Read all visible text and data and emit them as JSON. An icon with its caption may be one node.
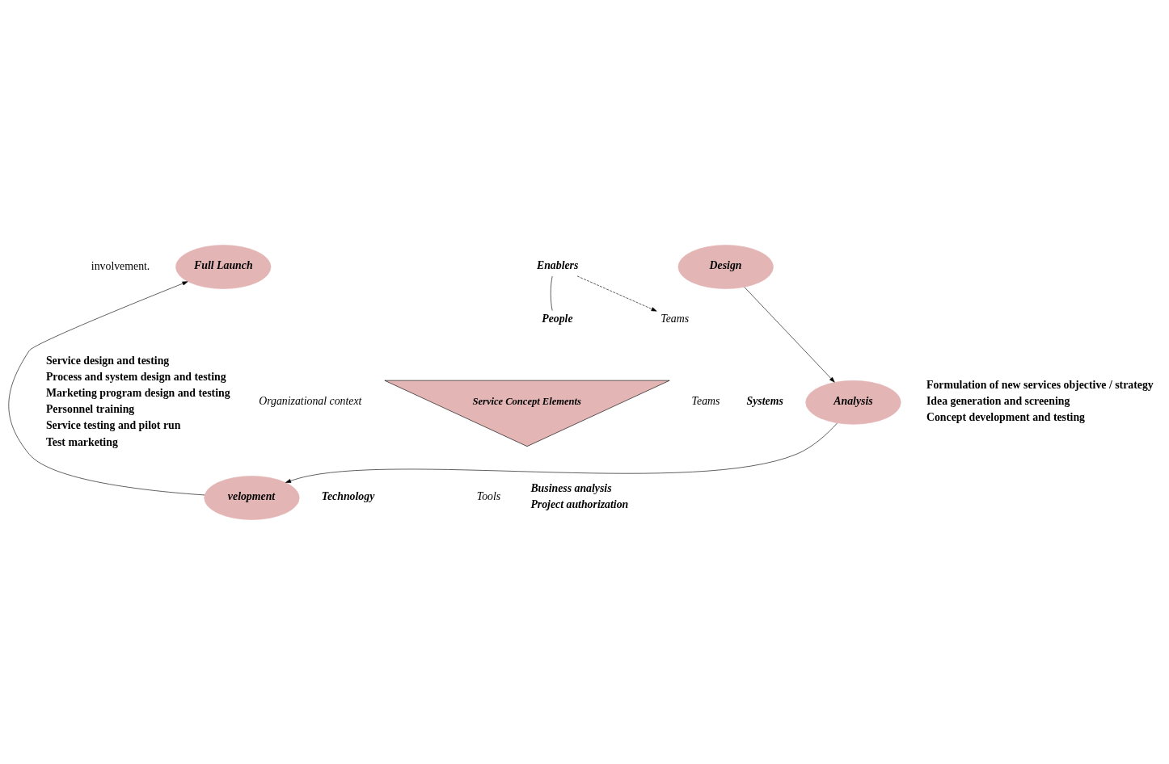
{
  "diagram": {
    "nodes": [
      {
        "text": [
          "Full Launch"
        ]
      },
      {
        "text": [
          "Design"
        ]
      },
      {
        "text": [
          "velopment"
        ]
      },
      {
        "text": [
          "Analysis"
        ]
      },
      {
        "text": [
          "Service Concept Elements"
        ]
      },
      {
        "text": [
          "Enablers"
        ]
      },
      {
        "text": [
          "People"
        ]
      },
      {
        "text": [
          "Teams"
        ]
      },
      {
        "text": [
          "Teams"
        ]
      },
      {
        "text": [
          "Organizational context"
        ]
      },
      {
        "text": [
          "Systems"
        ]
      },
      {
        "text": [
          "Tools"
        ]
      },
      {
        "text": [
          "Technology"
        ]
      }
    ],
    "edges": [
      {
        "from": 1,
        "to": 3,
        "arrow": "to"
      },
      {
        "from": 3,
        "to": 2,
        "arrow": "to"
      },
      {
        "from": 2,
        "to": 0,
        "arrow": "to"
      },
      {
        "from": 5,
        "to": 7,
        "arrow": "to",
        "style": "dashed"
      },
      {
        "from": 5,
        "to": 6,
        "arrow": "none"
      }
    ],
    "labels": [
      "involvement.",
      "Service design and testing",
      "Process and system design and testing",
      "Marketing program design and testing",
      "Personnel training",
      "Service testing and pilot run",
      "Test marketing",
      "Formulation of new services objective / strategy",
      "Idea generation and screening",
      "Concept development and testing",
      "Business analysis",
      "Project authorization"
    ]
  }
}
